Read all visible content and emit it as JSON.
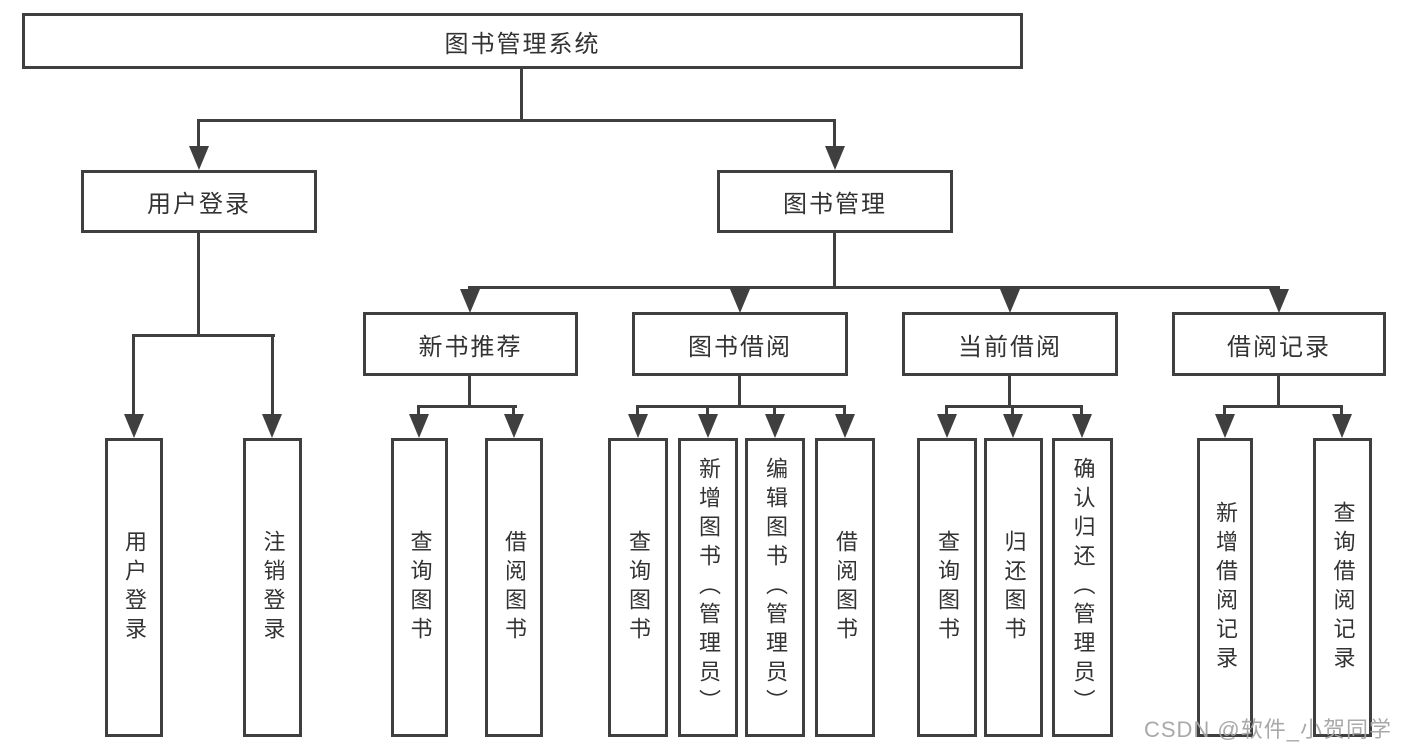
{
  "diagram": {
    "root": {
      "label": "图书管理系统"
    },
    "level2": {
      "user_login": {
        "label": "用户登录"
      },
      "book_mgmt": {
        "label": "图书管理"
      }
    },
    "level3": {
      "new_books": {
        "label": "新书推荐"
      },
      "book_borrow": {
        "label": "图书借阅"
      },
      "current_borrow": {
        "label": "当前借阅"
      },
      "borrow_records": {
        "label": "借阅记录"
      }
    },
    "leaves": {
      "user_login_leaf": {
        "label": "用户登录"
      },
      "logout": {
        "label": "注销登录"
      },
      "nb_query": {
        "label": "查询图书"
      },
      "nb_borrow": {
        "label": "借阅图书"
      },
      "bw_query": {
        "label": "查询图书"
      },
      "bw_add": {
        "label": "新增图书（管理员）"
      },
      "bw_edit": {
        "label": "编辑图书（管理员）"
      },
      "bw_borrow": {
        "label": "借阅图书"
      },
      "cur_query": {
        "label": "查询图书"
      },
      "cur_return": {
        "label": "归还图书"
      },
      "cur_confirm": {
        "label": "确认归还（管理员）"
      },
      "rec_add": {
        "label": "新增借阅记录"
      },
      "rec_query": {
        "label": "查询借阅记录"
      }
    }
  },
  "watermark": {
    "text": "CSDN @软件_小贺同学"
  },
  "colors": {
    "line": "#3f3f3f",
    "text": "#333333",
    "background": "#ffffff",
    "watermark": "#a4a4a4"
  }
}
